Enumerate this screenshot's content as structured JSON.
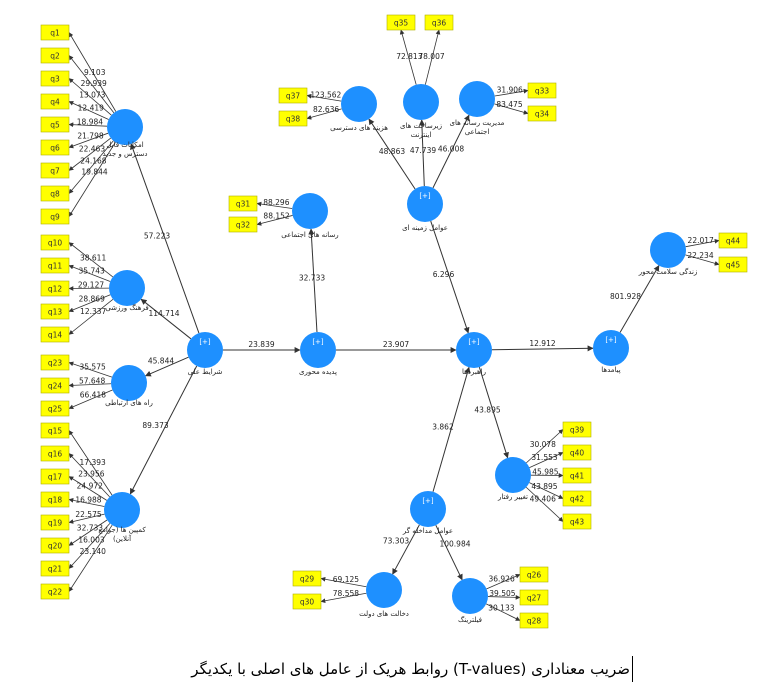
{
  "caption": "ضریب معناداری (T-values) روابط هریک از عامل های اصلی با یکدیگر",
  "plus_sign": "[+]",
  "latent_variables": [
    {
      "id": "abilities",
      "label": [
        "امکانات قابل",
        "دسترس و جدید"
      ]
    },
    {
      "id": "culture",
      "label": [
        "فرهنگ ورزشی"
      ]
    },
    {
      "id": "comm",
      "label": [
        "راه های ارتباطی"
      ]
    },
    {
      "id": "campaigns",
      "label": [
        "کمپین ها (جوامع",
        "آنلاین)"
      ]
    },
    {
      "id": "conditions",
      "label": [
        "شرایط علی"
      ]
    },
    {
      "id": "phenomenon",
      "label": [
        "پدیده محوری"
      ]
    },
    {
      "id": "socialmedia",
      "label": [
        "رسانه های اجتماعی"
      ]
    },
    {
      "id": "context",
      "label": [
        "عوامل زمینه ای"
      ]
    },
    {
      "id": "access",
      "label": [
        "هزینه های دسترسی"
      ]
    },
    {
      "id": "infra",
      "label": [
        "زیرساخت های",
        "اینترنت"
      ]
    },
    {
      "id": "mgmt",
      "label": [
        "مدیریت رسانه های",
        "اجتماعی"
      ]
    },
    {
      "id": "strategies",
      "label": [
        "راهبردها"
      ]
    },
    {
      "id": "outcomes",
      "label": [
        "پیامدها"
      ]
    },
    {
      "id": "health",
      "label": [
        "زندگی سلامت محور"
      ]
    },
    {
      "id": "behavior",
      "label": [
        "تغییر رفتار"
      ]
    },
    {
      "id": "intervening",
      "label": [
        "عوامل مداخله گر"
      ]
    },
    {
      "id": "gov",
      "label": [
        "دخالت های دولت"
      ]
    },
    {
      "id": "filtering",
      "label": [
        "فیلترینگ"
      ]
    }
  ],
  "indicators": [
    "q1",
    "q2",
    "q3",
    "q4",
    "q5",
    "q6",
    "q7",
    "q8",
    "q9",
    "q10",
    "q11",
    "q12",
    "q13",
    "q14",
    "q23",
    "q24",
    "q25",
    "q15",
    "q16",
    "q17",
    "q18",
    "q19",
    "q20",
    "q21",
    "q22",
    "q31",
    "q32",
    "q35",
    "q36",
    "q37",
    "q38",
    "q33",
    "q34",
    "q44",
    "q45",
    "q39",
    "q40",
    "q41",
    "q42",
    "q43",
    "q29",
    "q30",
    "q26",
    "q27",
    "q28"
  ],
  "indicator_loadings": {
    "abilities": [
      "9.103",
      "29.939",
      "13.073",
      "12.419",
      "18.984",
      "21.798",
      "22.463",
      "24.168",
      "19.844"
    ],
    "culture": [
      "38.611",
      "35.743",
      "29.127",
      "28.869",
      "12.337"
    ],
    "comm": [
      "35.575",
      "57.648",
      "66.418"
    ],
    "campaigns": [
      "17.393",
      "23.956",
      "24.972",
      "16.988",
      "22.575",
      "32.733",
      "16.003",
      "23.140"
    ],
    "socialmedia": [
      "88.296",
      "88.152"
    ],
    "infra": [
      "72.813",
      "78.007"
    ],
    "access": [
      "123.562",
      "82.636"
    ],
    "mgmt": [
      "31.906",
      "83.475"
    ],
    "health": [
      "22.017",
      "22.234"
    ],
    "behavior": [
      "30.078",
      "31.553",
      "45.985",
      "43.895",
      "49.406"
    ],
    "gov": [
      "69.125",
      "78.558"
    ],
    "filtering": [
      "36.926",
      "39.505",
      "30.133"
    ]
  },
  "path_coefficients": {
    "conditions_abilities": "57.223",
    "conditions_culture": "114.714",
    "conditions_comm": "45.844",
    "conditions_campaigns": "89.373",
    "conditions_phenomenon": "23.839",
    "phenomenon_socialmedia": "32.733",
    "phenomenon_strategies": "23.907",
    "context_access": "48.863",
    "context_infra": "47.739",
    "context_mgmt": "46.008",
    "context_strategies": "6.296",
    "strategies_outcomes": "12.912",
    "outcomes_health": "801.928",
    "strategies_behavior": "43.895",
    "intervening_strategies": "3.862",
    "intervening_gov": "73.303",
    "intervening_filtering": "100.984"
  }
}
